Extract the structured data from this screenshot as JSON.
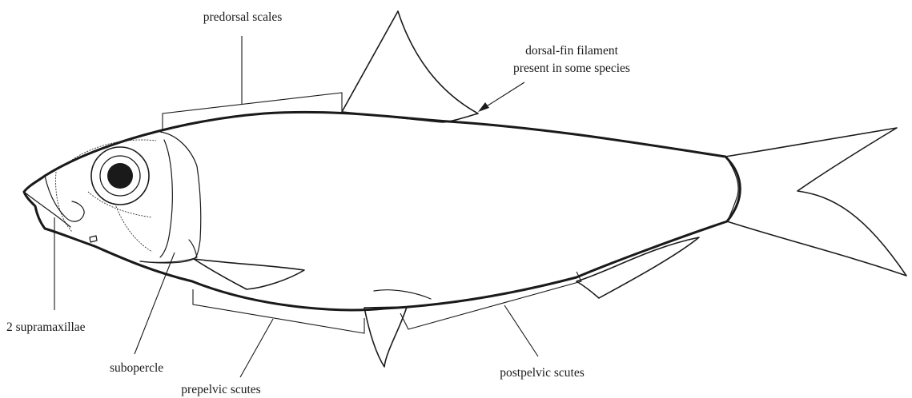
{
  "labels": {
    "predorsal_scales": "predorsal scales",
    "dorsal_filament_line1": "dorsal-fin filament",
    "dorsal_filament_line2": "present in some species",
    "supramaxillae": "2 supramaxillae",
    "subopercle": "subopercle",
    "prepelvic_scutes": "prepelvic scutes",
    "postpelvic_scutes": "postpelvic scutes"
  },
  "colors": {
    "ink": "#1a1a1a",
    "background": "#ffffff"
  }
}
